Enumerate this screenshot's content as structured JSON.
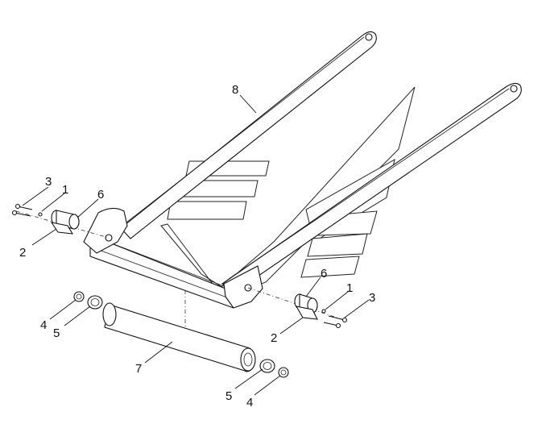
{
  "callouts": {
    "left_bolt": "3",
    "left_bushing": "1",
    "left_plate": "6",
    "left_bracket": "2",
    "frame": "8",
    "right_plate": "6",
    "right_bushing": "1",
    "right_bolt": "3",
    "right_bracket": "2",
    "left_cap": "4",
    "left_bearing": "5",
    "axle": "7",
    "right_bearing": "5",
    "right_cap": "4"
  },
  "colors": {
    "line": "#111111",
    "background": "#ffffff"
  }
}
